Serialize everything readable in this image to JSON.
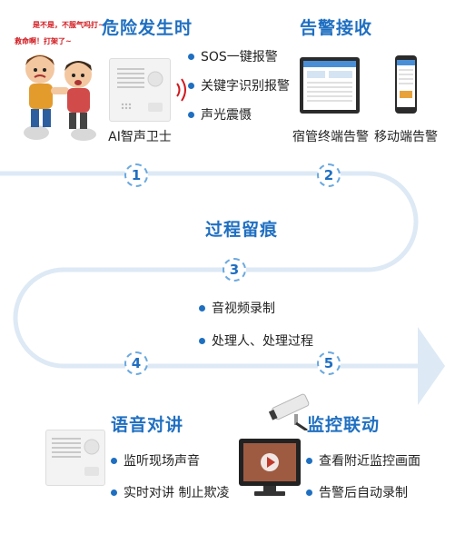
{
  "speech": {
    "line1": "是不是，不服气吗打~",
    "line2": "救命啊！打架了~"
  },
  "sections": {
    "danger": {
      "title": "危险发生时",
      "device_label": "AI智声卫士",
      "items": [
        "SOS一键报警",
        "关键字识别报警",
        "声光震慑"
      ]
    },
    "alarm": {
      "title": "告警接收",
      "items": [
        "宿管终端告警",
        "移动端告警"
      ]
    },
    "trace": {
      "title": "过程留痕",
      "items": [
        "音视频录制",
        "处理人、处理过程"
      ]
    },
    "intercom": {
      "title": "语音对讲",
      "items": [
        "监听现场声音",
        "实时对讲 制止欺凌"
      ]
    },
    "monitor": {
      "title": "监控联动",
      "items": [
        "查看附近监控画面",
        "告警后自动录制"
      ]
    }
  },
  "steps": [
    "1",
    "2",
    "3",
    "4",
    "5"
  ],
  "colors": {
    "accent": "#1f6fc1",
    "path": "#dde9f5",
    "step_border": "#6aa9df",
    "speech": "#d0191e"
  }
}
